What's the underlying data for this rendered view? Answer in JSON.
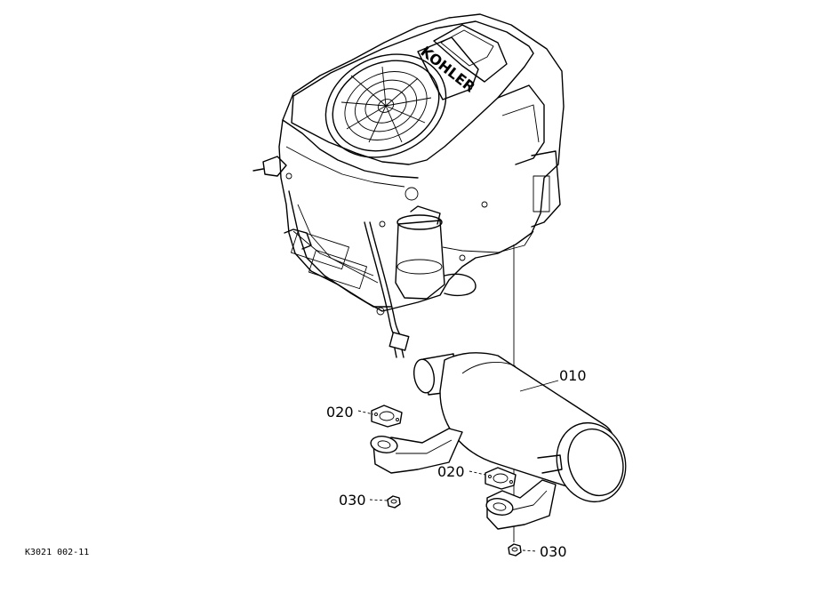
{
  "diagram": {
    "engine_brand": "KOHLER",
    "drawing_code": "K3021 002-11",
    "callouts": [
      {
        "id": "muffler",
        "label": "010"
      },
      {
        "id": "gasket-left",
        "label": "020"
      },
      {
        "id": "gasket-right",
        "label": "020"
      },
      {
        "id": "nut-left",
        "label": "030"
      },
      {
        "id": "nut-right",
        "label": "030"
      }
    ]
  }
}
